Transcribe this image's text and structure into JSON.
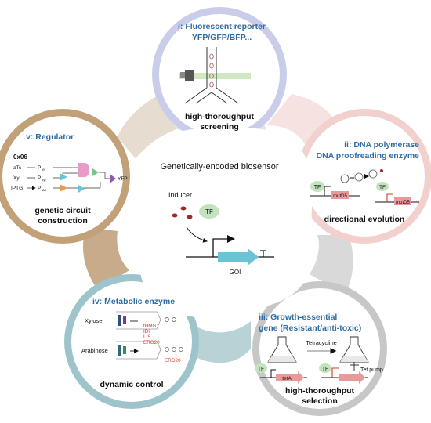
{
  "center": {
    "title": "Genetically-encoded biosensor",
    "inducer": "Inducer",
    "tf": "TF",
    "goi": "GOI"
  },
  "panel_i": {
    "heading_line1": "i: Fluorescent reporter",
    "heading_line2": "YFP/GFP/BFP...",
    "caption_line1": "high-thoroughput",
    "caption_line2": "screening"
  },
  "panel_ii": {
    "heading_line1": "ii: DNA polymerase",
    "heading_line2": "DNA proofreading enzyme",
    "tf": "TF",
    "gene": "mutD5",
    "tf2": "TF",
    "gene2": "mutD5",
    "caption": "directional evolution"
  },
  "panel_iii": {
    "heading_line1": "iii: Growth-essential",
    "heading_line2": "gene (Resistant/anti-toxic)",
    "drug": "Tetracycline",
    "tf": "TF",
    "gene": "tetA",
    "tf2": "TF",
    "pump": "Tet pump",
    "caption_line1": "high-thoroughput",
    "caption_line2": "selection"
  },
  "panel_iv": {
    "heading": "iv: Metabolic enzyme",
    "xylose": "Xylose",
    "arabinose": "Arabinose",
    "gene1": "tHMG1",
    "gene2": "IDI",
    "gene3": "LIS",
    "gene4": "ERG20",
    "gene5": "ERG20",
    "caption": "dynamic control"
  },
  "panel_v": {
    "heading": "v: Regulator",
    "code": "0x06",
    "in1": "aTc",
    "in2": "Xyl",
    "in3": "IPTG",
    "p1": "P",
    "p1sub": "tet",
    "p2": "P",
    "p2sub": "xyl",
    "p3": "P",
    "p3sub": "tac",
    "out": "YFP",
    "caption_line1": "genetic circuit",
    "caption_line2": "construction"
  },
  "colors": {
    "accent_blue": "#2f6ea5",
    "ring_i": "#c9cdea",
    "ring_ii": "#f2d0cd",
    "ring_iii": "#c7c7c7",
    "ring_iv": "#9ec4cb",
    "ring_v": "#c2a078",
    "goi_arrow": "#6cc3d5",
    "red_gene": "#e89a9a"
  }
}
